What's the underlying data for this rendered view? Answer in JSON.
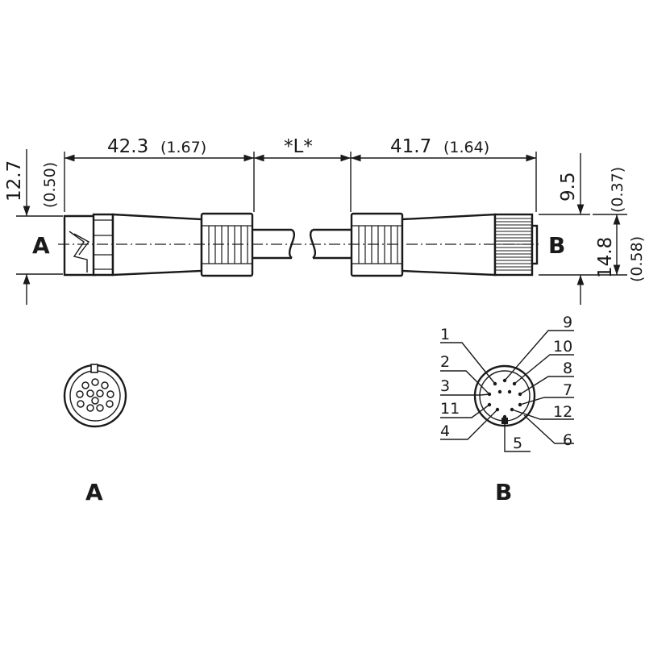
{
  "dimensions": {
    "left_length": "42.3",
    "left_length_in": "(1.67)",
    "middle_length": "*L*",
    "right_length": "41.7",
    "right_length_in": "(1.64)",
    "left_height": "12.7",
    "left_height_in": "(0.50)",
    "right_height_top": "9.5",
    "right_height_top_in": "(0.37)",
    "right_height": "14.8",
    "right_height_in": "(0.58)"
  },
  "connector_labels": {
    "side_left": "A",
    "side_right": "B",
    "face_a": "A",
    "face_b": "B"
  },
  "pinout_b": {
    "left_labels": [
      "1",
      "2",
      "3",
      "11",
      "4"
    ],
    "right_labels": [
      "9",
      "10",
      "8",
      "7",
      "12",
      "6"
    ],
    "bottom_label": "5"
  },
  "colors": {
    "line": "#1a1a1a",
    "background": "#ffffff"
  }
}
